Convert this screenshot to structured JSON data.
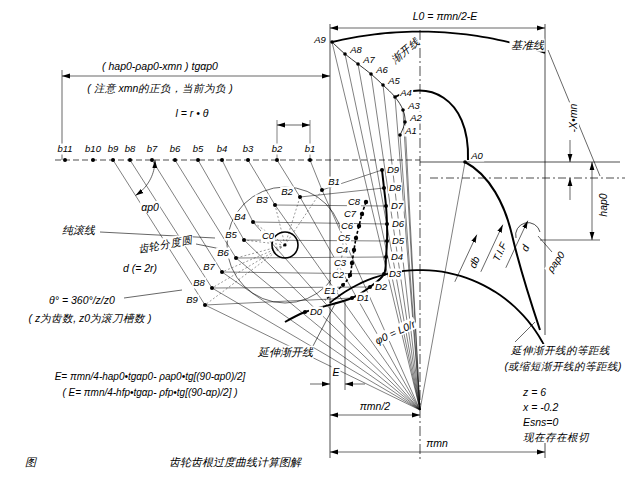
{
  "diagram": {
    "caption": "齿轮齿根过度曲线计算图解",
    "labels": [
      "L0 = πmn/2-E",
      "( hap0-ρap0-xmn ) tgαp0",
      "( 注意 xmn的正负，当前为负 )",
      "l = r • θ",
      "渐开线",
      "基准线",
      "-X•mn",
      "A9",
      "A8",
      "A7",
      "A6",
      "A5",
      "A4",
      "A3",
      "A2",
      "A1",
      "A0",
      "b11",
      "b10",
      "b9",
      "b8",
      "b7",
      "b6",
      "b5",
      "b4",
      "b3",
      "b2",
      "b1",
      "αp0",
      "纯滚线",
      "齿轮分度圆",
      "d (= 2r)",
      "θ° = 360°/z/z0",
      "( z为齿数, z0为滚刀槽数 )",
      "B1",
      "B2",
      "B3",
      "B4",
      "B5",
      "B6",
      "B7",
      "B8",
      "B9",
      "C0",
      "C2",
      "C3",
      "C4",
      "C5",
      "C6",
      "C7",
      "C8",
      "D0",
      "D1",
      "D2",
      "D3",
      "D4",
      "D5",
      "D6",
      "D7",
      "D8",
      "D9",
      "E1",
      "hap0",
      "ρap0",
      "db",
      "T.I.F",
      "d",
      "φ0 = L0/r",
      "延伸渐开线",
      "延伸渐开线的等距线",
      "(或缩短渐开线的等距线)",
      "E= πmn/4-hap0•tgαp0- ρap0•tg[(90-αp0)/2]",
      "( E= πmn/4-hfp•tgαp- ρfp•tg[(90-αp)/2] )",
      "E",
      "πmn/2",
      "πmn",
      "z = 6",
      "x = -0.2",
      "Esns=0",
      "现在存在根切",
      "图"
    ]
  }
}
